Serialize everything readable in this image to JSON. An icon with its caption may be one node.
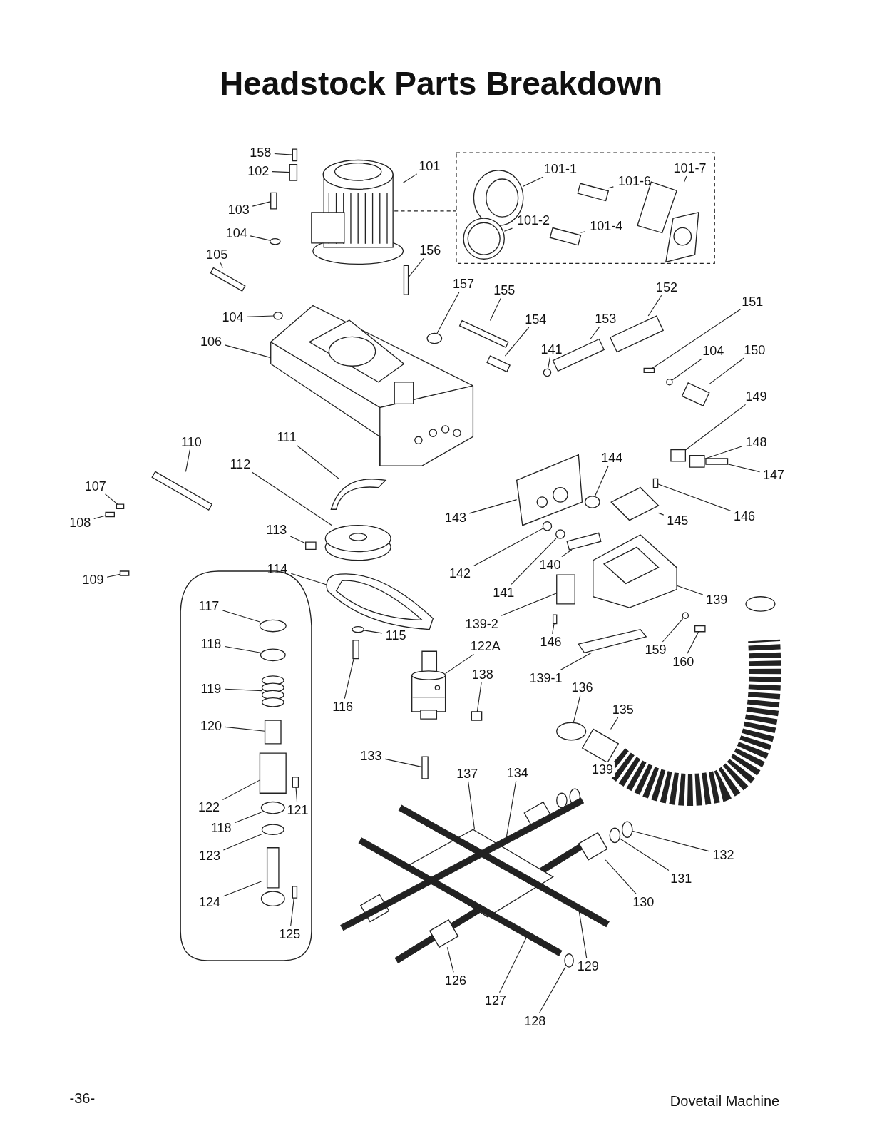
{
  "diagram": {
    "title": "Headstock Parts Breakdown",
    "nodes": [
      {
        "text": [
          "158"
        ]
      },
      {
        "text": [
          "102"
        ]
      },
      {
        "text": [
          "101"
        ]
      },
      {
        "text": [
          "101-1"
        ]
      },
      {
        "text": [
          "101-6"
        ]
      },
      {
        "text": [
          "101-7"
        ]
      },
      {
        "text": [
          "101-2"
        ]
      },
      {
        "text": [
          "101-4"
        ]
      },
      {
        "text": [
          "103"
        ]
      },
      {
        "text": [
          "104"
        ]
      },
      {
        "text": [
          "105"
        ]
      },
      {
        "text": [
          "156"
        ]
      },
      {
        "text": [
          "157"
        ]
      },
      {
        "text": [
          "155"
        ]
      },
      {
        "text": [
          "104"
        ]
      },
      {
        "text": [
          "106"
        ]
      },
      {
        "text": [
          "154"
        ]
      },
      {
        "text": [
          "153"
        ]
      },
      {
        "text": [
          "152"
        ]
      },
      {
        "text": [
          "151"
        ]
      },
      {
        "text": [
          "141"
        ]
      },
      {
        "text": [
          "104"
        ]
      },
      {
        "text": [
          "150"
        ]
      },
      {
        "text": [
          "149"
        ]
      },
      {
        "text": [
          "148"
        ]
      },
      {
        "text": [
          "147"
        ]
      },
      {
        "text": [
          "146"
        ]
      },
      {
        "text": [
          "144"
        ]
      },
      {
        "text": [
          "145"
        ]
      },
      {
        "text": [
          "143"
        ]
      },
      {
        "text": [
          "110"
        ]
      },
      {
        "text": [
          "111"
        ]
      },
      {
        "text": [
          "112"
        ]
      },
      {
        "text": [
          "107"
        ]
      },
      {
        "text": [
          "108"
        ]
      },
      {
        "text": [
          "109"
        ]
      },
      {
        "text": [
          "113"
        ]
      },
      {
        "text": [
          "114"
        ]
      },
      {
        "text": [
          "142"
        ]
      },
      {
        "text": [
          "140"
        ]
      },
      {
        "text": [
          "141"
        ]
      },
      {
        "text": [
          "139"
        ]
      },
      {
        "text": [
          "139-2"
        ]
      },
      {
        "text": [
          "146"
        ]
      },
      {
        "text": [
          "159"
        ]
      },
      {
        "text": [
          "160"
        ]
      },
      {
        "text": [
          "139-1"
        ]
      },
      {
        "text": [
          "117"
        ]
      },
      {
        "text": [
          "118"
        ]
      },
      {
        "text": [
          "119"
        ]
      },
      {
        "text": [
          "120"
        ]
      },
      {
        "text": [
          "115"
        ]
      },
      {
        "text": [
          "122A"
        ]
      },
      {
        "text": [
          "116"
        ]
      },
      {
        "text": [
          "138"
        ]
      },
      {
        "text": [
          "136"
        ]
      },
      {
        "text": [
          "135"
        ]
      },
      {
        "text": [
          "133"
        ]
      },
      {
        "text": [
          "137"
        ]
      },
      {
        "text": [
          "134"
        ]
      },
      {
        "text": [
          "122"
        ]
      },
      {
        "text": [
          "121"
        ]
      },
      {
        "text": [
          "118"
        ]
      },
      {
        "text": [
          "123"
        ]
      },
      {
        "text": [
          "132"
        ]
      },
      {
        "text": [
          "131"
        ]
      },
      {
        "text": [
          "130"
        ]
      },
      {
        "text": [
          "124"
        ]
      },
      {
        "text": [
          "125"
        ]
      },
      {
        "text": [
          "129"
        ]
      },
      {
        "text": [
          "126"
        ]
      },
      {
        "text": [
          "127"
        ]
      },
      {
        "text": [
          "128"
        ]
      },
      {
        "text": [],
        "shape": "box"
      },
      {
        "text": [],
        "shape": "box"
      },
      {
        "text": [],
        "shape": "picture"
      },
      {
        "text": [],
        "shape": "circle"
      },
      {
        "text": [],
        "shape": "box"
      },
      {
        "text": [],
        "shape": "picture"
      },
      {
        "text": [],
        "shape": "circle"
      },
      {
        "text": [],
        "shape": "box"
      },
      {
        "text": [],
        "shape": "box"
      },
      {
        "text": [],
        "shape": "circle"
      },
      {
        "text": [],
        "shape": "box"
      },
      {
        "text": [],
        "shape": "box"
      },
      {
        "text": [],
        "shape": "circle"
      },
      {
        "text": [],
        "shape": "box"
      },
      {
        "text": [],
        "shape": "circle"
      },
      {
        "text": [],
        "shape": "picture"
      },
      {
        "text": [],
        "shape": "box"
      },
      {
        "text": [],
        "shape": "box"
      },
      {
        "text": [],
        "shape": "box"
      },
      {
        "text": [],
        "shape": "box"
      },
      {
        "text": [],
        "shape": "circle"
      },
      {
        "text": [],
        "shape": "circle"
      },
      {
        "text": [],
        "shape": "box"
      },
      {
        "text": [],
        "shape": "box"
      },
      {
        "text": [],
        "shape": "box"
      },
      {
        "text": [],
        "shape": "box"
      },
      {
        "text": [],
        "shape": "box"
      },
      {
        "text": [],
        "shape": "circle"
      },
      {
        "text": [],
        "shape": "box"
      },
      {
        "text": [],
        "shape": "picture"
      },
      {
        "text": [],
        "shape": "box"
      },
      {
        "text": [],
        "shape": "picture"
      },
      {
        "text": [],
        "shape": "picture"
      },
      {
        "text": [],
        "shape": "box"
      },
      {
        "text": [],
        "shape": "box"
      },
      {
        "text": [],
        "shape": "box"
      },
      {
        "text": [],
        "shape": "box"
      },
      {
        "text": [],
        "shape": "picture"
      },
      {
        "text": [],
        "shape": "circle"
      },
      {
        "text": [],
        "shape": "box"
      },
      {
        "text": [],
        "shape": "circle"
      },
      {
        "text": [],
        "shape": "picture"
      },
      {
        "text": [],
        "shape": "box"
      },
      {
        "text": [],
        "shape": "box"
      },
      {
        "text": [],
        "shape": "circle"
      },
      {
        "text": [],
        "shape": "box"
      },
      {
        "text": [],
        "shape": "box"
      },
      {
        "text": [],
        "shape": "circle"
      },
      {
        "text": [],
        "shape": "circle"
      },
      {
        "text": [],
        "shape": "picture"
      },
      {
        "text": [],
        "shape": "box"
      },
      {
        "text": [],
        "shape": "circle"
      },
      {
        "text": [],
        "shape": "picture"
      },
      {
        "text": [],
        "shape": "box"
      },
      {
        "text": [],
        "shape": "box"
      },
      {
        "text": [],
        "shape": "circle"
      },
      {
        "text": [],
        "shape": "box"
      },
      {
        "text": [],
        "shape": "box"
      },
      {
        "text": [],
        "shape": "box"
      },
      {
        "text": [],
        "shape": "bar"
      },
      {
        "text": [],
        "shape": "box"
      },
      {
        "text": [],
        "shape": "box"
      },
      {
        "text": [],
        "shape": "circle"
      },
      {
        "text": [],
        "shape": "circle"
      },
      {
        "text": [],
        "shape": "circle"
      },
      {
        "text": [],
        "shape": "circle"
      },
      {
        "text": [],
        "shape": "box"
      },
      {
        "text": [],
        "shape": "picture"
      },
      {
        "text": [],
        "shape": "box"
      },
      {
        "text": [],
        "shape": "bar"
      },
      {
        "text": [],
        "shape": "box"
      },
      {
        "text": [],
        "shape": "bar"
      },
      {
        "text": [],
        "shape": "circle"
      }
    ],
    "edges": [
      {
        "from": 0,
        "to": 73,
        "arrow": "none"
      },
      {
        "from": 1,
        "to": 74,
        "arrow": "none"
      },
      {
        "from": 2,
        "to": 75,
        "arrow": "none"
      },
      {
        "from": 3,
        "to": 76,
        "arrow": "none"
      },
      {
        "from": 4,
        "to": 77,
        "arrow": "none"
      },
      {
        "from": 5,
        "to": 78,
        "arrow": "none"
      },
      {
        "from": 6,
        "to": 79,
        "arrow": "none"
      },
      {
        "from": 7,
        "to": 80,
        "arrow": "none"
      },
      {
        "from": 8,
        "to": 81,
        "arrow": "none"
      },
      {
        "from": 9,
        "to": 82,
        "arrow": "none"
      },
      {
        "from": 10,
        "to": 83,
        "arrow": "none"
      },
      {
        "from": 11,
        "to": 84,
        "arrow": "none"
      },
      {
        "from": 12,
        "to": 85,
        "arrow": "none"
      },
      {
        "from": 13,
        "to": 86,
        "arrow": "none"
      },
      {
        "from": 14,
        "to": 87,
        "arrow": "none"
      },
      {
        "from": 15,
        "to": 88,
        "arrow": "none"
      },
      {
        "from": 16,
        "to": 89,
        "arrow": "none"
      },
      {
        "from": 17,
        "to": 90,
        "arrow": "none"
      },
      {
        "from": 18,
        "to": 91,
        "arrow": "none"
      },
      {
        "from": 19,
        "to": 92,
        "arrow": "none"
      },
      {
        "from": 20,
        "to": 93,
        "arrow": "none"
      },
      {
        "from": 21,
        "to": 94,
        "arrow": "none"
      },
      {
        "from": 22,
        "to": 95,
        "arrow": "none"
      },
      {
        "from": 23,
        "to": 96,
        "arrow": "none"
      },
      {
        "from": 24,
        "to": 97,
        "arrow": "none"
      },
      {
        "from": 25,
        "to": 98,
        "arrow": "none"
      },
      {
        "from": 26,
        "to": 99,
        "arrow": "none"
      },
      {
        "from": 27,
        "to": 100,
        "arrow": "none"
      },
      {
        "from": 28,
        "to": 101,
        "arrow": "none"
      },
      {
        "from": 29,
        "to": 102,
        "arrow": "none"
      },
      {
        "from": 30,
        "to": 103,
        "arrow": "none"
      },
      {
        "from": 31,
        "to": 104,
        "arrow": "none"
      },
      {
        "from": 32,
        "to": 105,
        "arrow": "none"
      },
      {
        "from": 33,
        "to": 106,
        "arrow": "none"
      },
      {
        "from": 34,
        "to": 107,
        "arrow": "none"
      },
      {
        "from": 35,
        "to": 108,
        "arrow": "none"
      },
      {
        "from": 36,
        "to": 109,
        "arrow": "none"
      },
      {
        "from": 37,
        "to": 110,
        "arrow": "none"
      },
      {
        "from": 38,
        "to": 111,
        "arrow": "none"
      },
      {
        "from": 39,
        "to": 112,
        "arrow": "none"
      },
      {
        "from": 40,
        "to": 113,
        "arrow": "none"
      },
      {
        "from": 41,
        "to": 114,
        "arrow": "none"
      },
      {
        "from": 42,
        "to": 115,
        "arrow": "none"
      },
      {
        "from": 43,
        "to": 116,
        "arrow": "none"
      },
      {
        "from": 44,
        "to": 117,
        "arrow": "none"
      },
      {
        "from": 45,
        "to": 118,
        "arrow": "none"
      },
      {
        "from": 46,
        "to": 119,
        "arrow": "none"
      },
      {
        "from": 47,
        "to": 120,
        "arrow": "none"
      },
      {
        "from": 48,
        "to": 121,
        "arrow": "none"
      },
      {
        "from": 49,
        "to": 122,
        "arrow": "none"
      },
      {
        "from": 50,
        "to": 123,
        "arrow": "none"
      },
      {
        "from": 51,
        "to": 124,
        "arrow": "none"
      },
      {
        "from": 52,
        "to": 125,
        "arrow": "none"
      },
      {
        "from": 53,
        "to": 126,
        "arrow": "none"
      },
      {
        "from": 54,
        "to": 127,
        "arrow": "none"
      },
      {
        "from": 55,
        "to": 128,
        "arrow": "none"
      },
      {
        "from": 56,
        "to": 129,
        "arrow": "none"
      },
      {
        "from": 57,
        "to": 130,
        "arrow": "none"
      },
      {
        "from": 58,
        "to": 131,
        "arrow": "none"
      },
      {
        "from": 59,
        "to": 132,
        "arrow": "none"
      },
      {
        "from": 60,
        "to": 133,
        "arrow": "none"
      },
      {
        "from": 61,
        "to": 134,
        "arrow": "none"
      },
      {
        "from": 62,
        "to": 135,
        "arrow": "none"
      },
      {
        "from": 63,
        "to": 136,
        "arrow": "none"
      },
      {
        "from": 64,
        "to": 137,
        "arrow": "none"
      },
      {
        "from": 65,
        "to": 138,
        "arrow": "none"
      },
      {
        "from": 66,
        "to": 139,
        "arrow": "none"
      },
      {
        "from": 67,
        "to": 140,
        "arrow": "none"
      },
      {
        "from": 68,
        "to": 141,
        "arrow": "none"
      },
      {
        "from": 69,
        "to": 142,
        "arrow": "none"
      },
      {
        "from": 70,
        "to": 143,
        "arrow": "none"
      },
      {
        "from": 71,
        "to": 144,
        "arrow": "none"
      },
      {
        "from": 72,
        "to": 145,
        "arrow": "none"
      }
    ],
    "labels": [
      "139",
      "-36-",
      "Dovetail Machine"
    ]
  }
}
